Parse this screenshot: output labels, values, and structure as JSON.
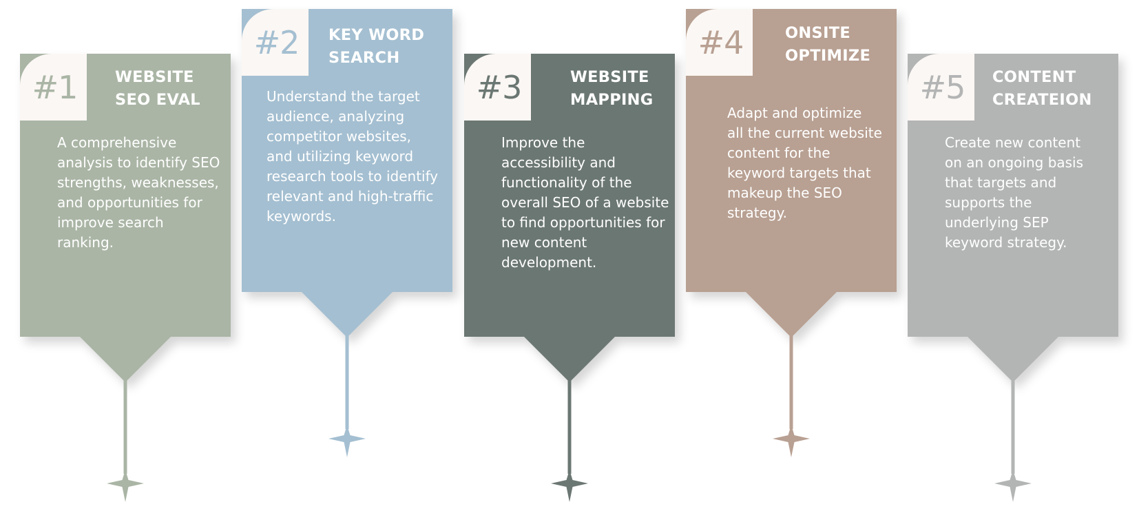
{
  "steps": [
    {
      "number": "#1",
      "title": "WEBSITE\nSEO EVAL",
      "description": "A comprehensive analysis to identify SEO strengths, weaknesses, and opportunities for improve search ranking.",
      "color": "#aab5a5"
    },
    {
      "number": "#2",
      "title": "KEY WORD\nSEARCH",
      "description": "Understand the target audience, analyzing competitor websites, and utilizing keyword research tools to identify relevant and high-traffic keywords.",
      "color": "#a4bfd1"
    },
    {
      "number": "#3",
      "title": "WEBSITE\nMAPPING",
      "description": "Improve the accessibility and functionality of the overall SEO of a website to find opportunities for new content development.",
      "color": "#6b7772"
    },
    {
      "number": "#4",
      "title": "ONSITE\nOPTIMIZE",
      "description": "Adapt and optimize all the current website content for the keyword targets that makeup the SEO strategy.",
      "color": "#b8a092"
    },
    {
      "number": "#5",
      "title": "CONTENT\nCREATEION",
      "description": "Create new content on an ongoing basis that targets and supports the underlying SEP keyword strategy.",
      "color": "#b3b4b4"
    }
  ]
}
